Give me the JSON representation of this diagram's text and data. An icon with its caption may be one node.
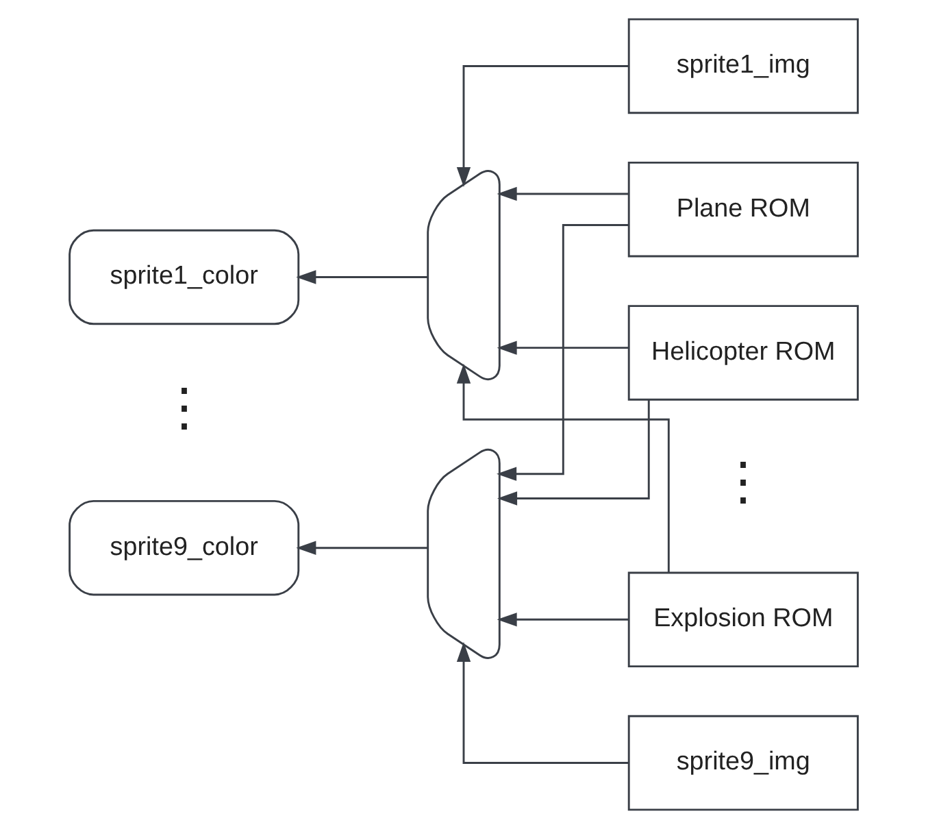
{
  "diagram": {
    "nodes": [
      {
        "text": [
          "sprite1_img"
        ]
      },
      {
        "text": [],
        "shape": "trapezoid"
      },
      {
        "text": [
          "sprite1_color"
        ]
      },
      {
        "text": [
          "Plane ROM"
        ]
      },
      {
        "text": [
          "Helicopter ROM"
        ]
      },
      {
        "text": [
          "sprite9_color"
        ]
      },
      {
        "text": [],
        "shape": "trapezoid"
      },
      {
        "text": [
          "Explosion ROM"
        ]
      },
      {
        "text": [
          "sprite9_img"
        ]
      }
    ],
    "edges": [
      {
        "from": 0,
        "to": 1,
        "arrow": "to"
      },
      {
        "from": 1,
        "to": 2,
        "arrow": "to"
      },
      {
        "from": 3,
        "to": 1,
        "arrow": "to"
      },
      {
        "from": 3,
        "to": 6,
        "arrow": "to"
      },
      {
        "from": 4,
        "to": 1,
        "arrow": "to"
      },
      {
        "from": 4,
        "to": 6,
        "arrow": "to"
      },
      {
        "from": 7,
        "to": 1,
        "arrow": "to"
      },
      {
        "from": 7,
        "to": 6,
        "arrow": "to"
      },
      {
        "from": 6,
        "to": 5,
        "arrow": "to"
      },
      {
        "from": 8,
        "to": 6,
        "arrow": "to"
      }
    ],
    "labels": [
      "⋮",
      "⋮"
    ]
  }
}
